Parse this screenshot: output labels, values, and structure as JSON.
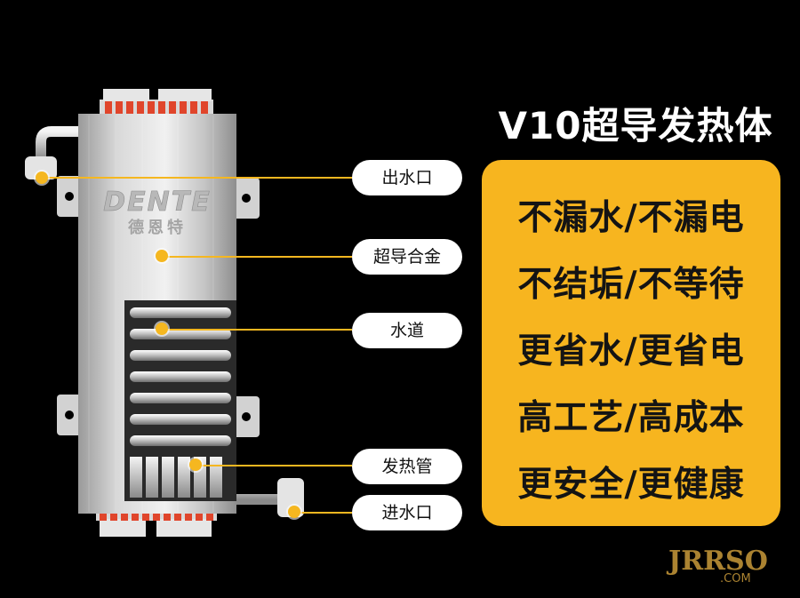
{
  "headline": "V10超导发热体",
  "brand": {
    "logo_text": "DENTE",
    "logo_subtext": "德恩特"
  },
  "callouts": [
    {
      "id": "outlet",
      "label": "出水口"
    },
    {
      "id": "alloy",
      "label": "超导合金"
    },
    {
      "id": "channel",
      "label": "水道"
    },
    {
      "id": "tube",
      "label": "发热管"
    },
    {
      "id": "inlet",
      "label": "进水口"
    }
  ],
  "features": [
    "不漏水/不漏电",
    "不结垢/不等待",
    "更省水/更省电",
    "高工艺/高成本",
    "更安全/更健康"
  ],
  "watermark": {
    "main": "JRRSO",
    "sub": ".COM"
  },
  "colors": {
    "background": "#000000",
    "accent": "#f7b51f",
    "label_bg": "#ffffff"
  }
}
